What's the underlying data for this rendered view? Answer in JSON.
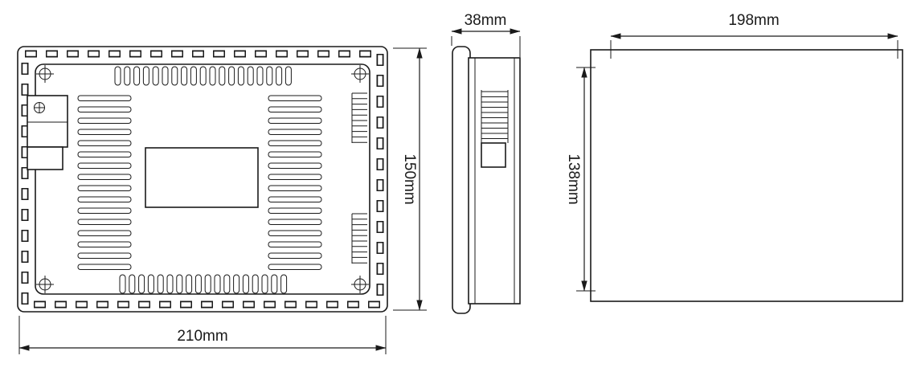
{
  "dimensions": {
    "back_width": "210mm",
    "back_height": "150mm",
    "side_depth": "38mm",
    "front_width": "198mm",
    "front_height": "138mm"
  },
  "colors": {
    "line": "#1a1a1a",
    "background": "#ffffff"
  }
}
